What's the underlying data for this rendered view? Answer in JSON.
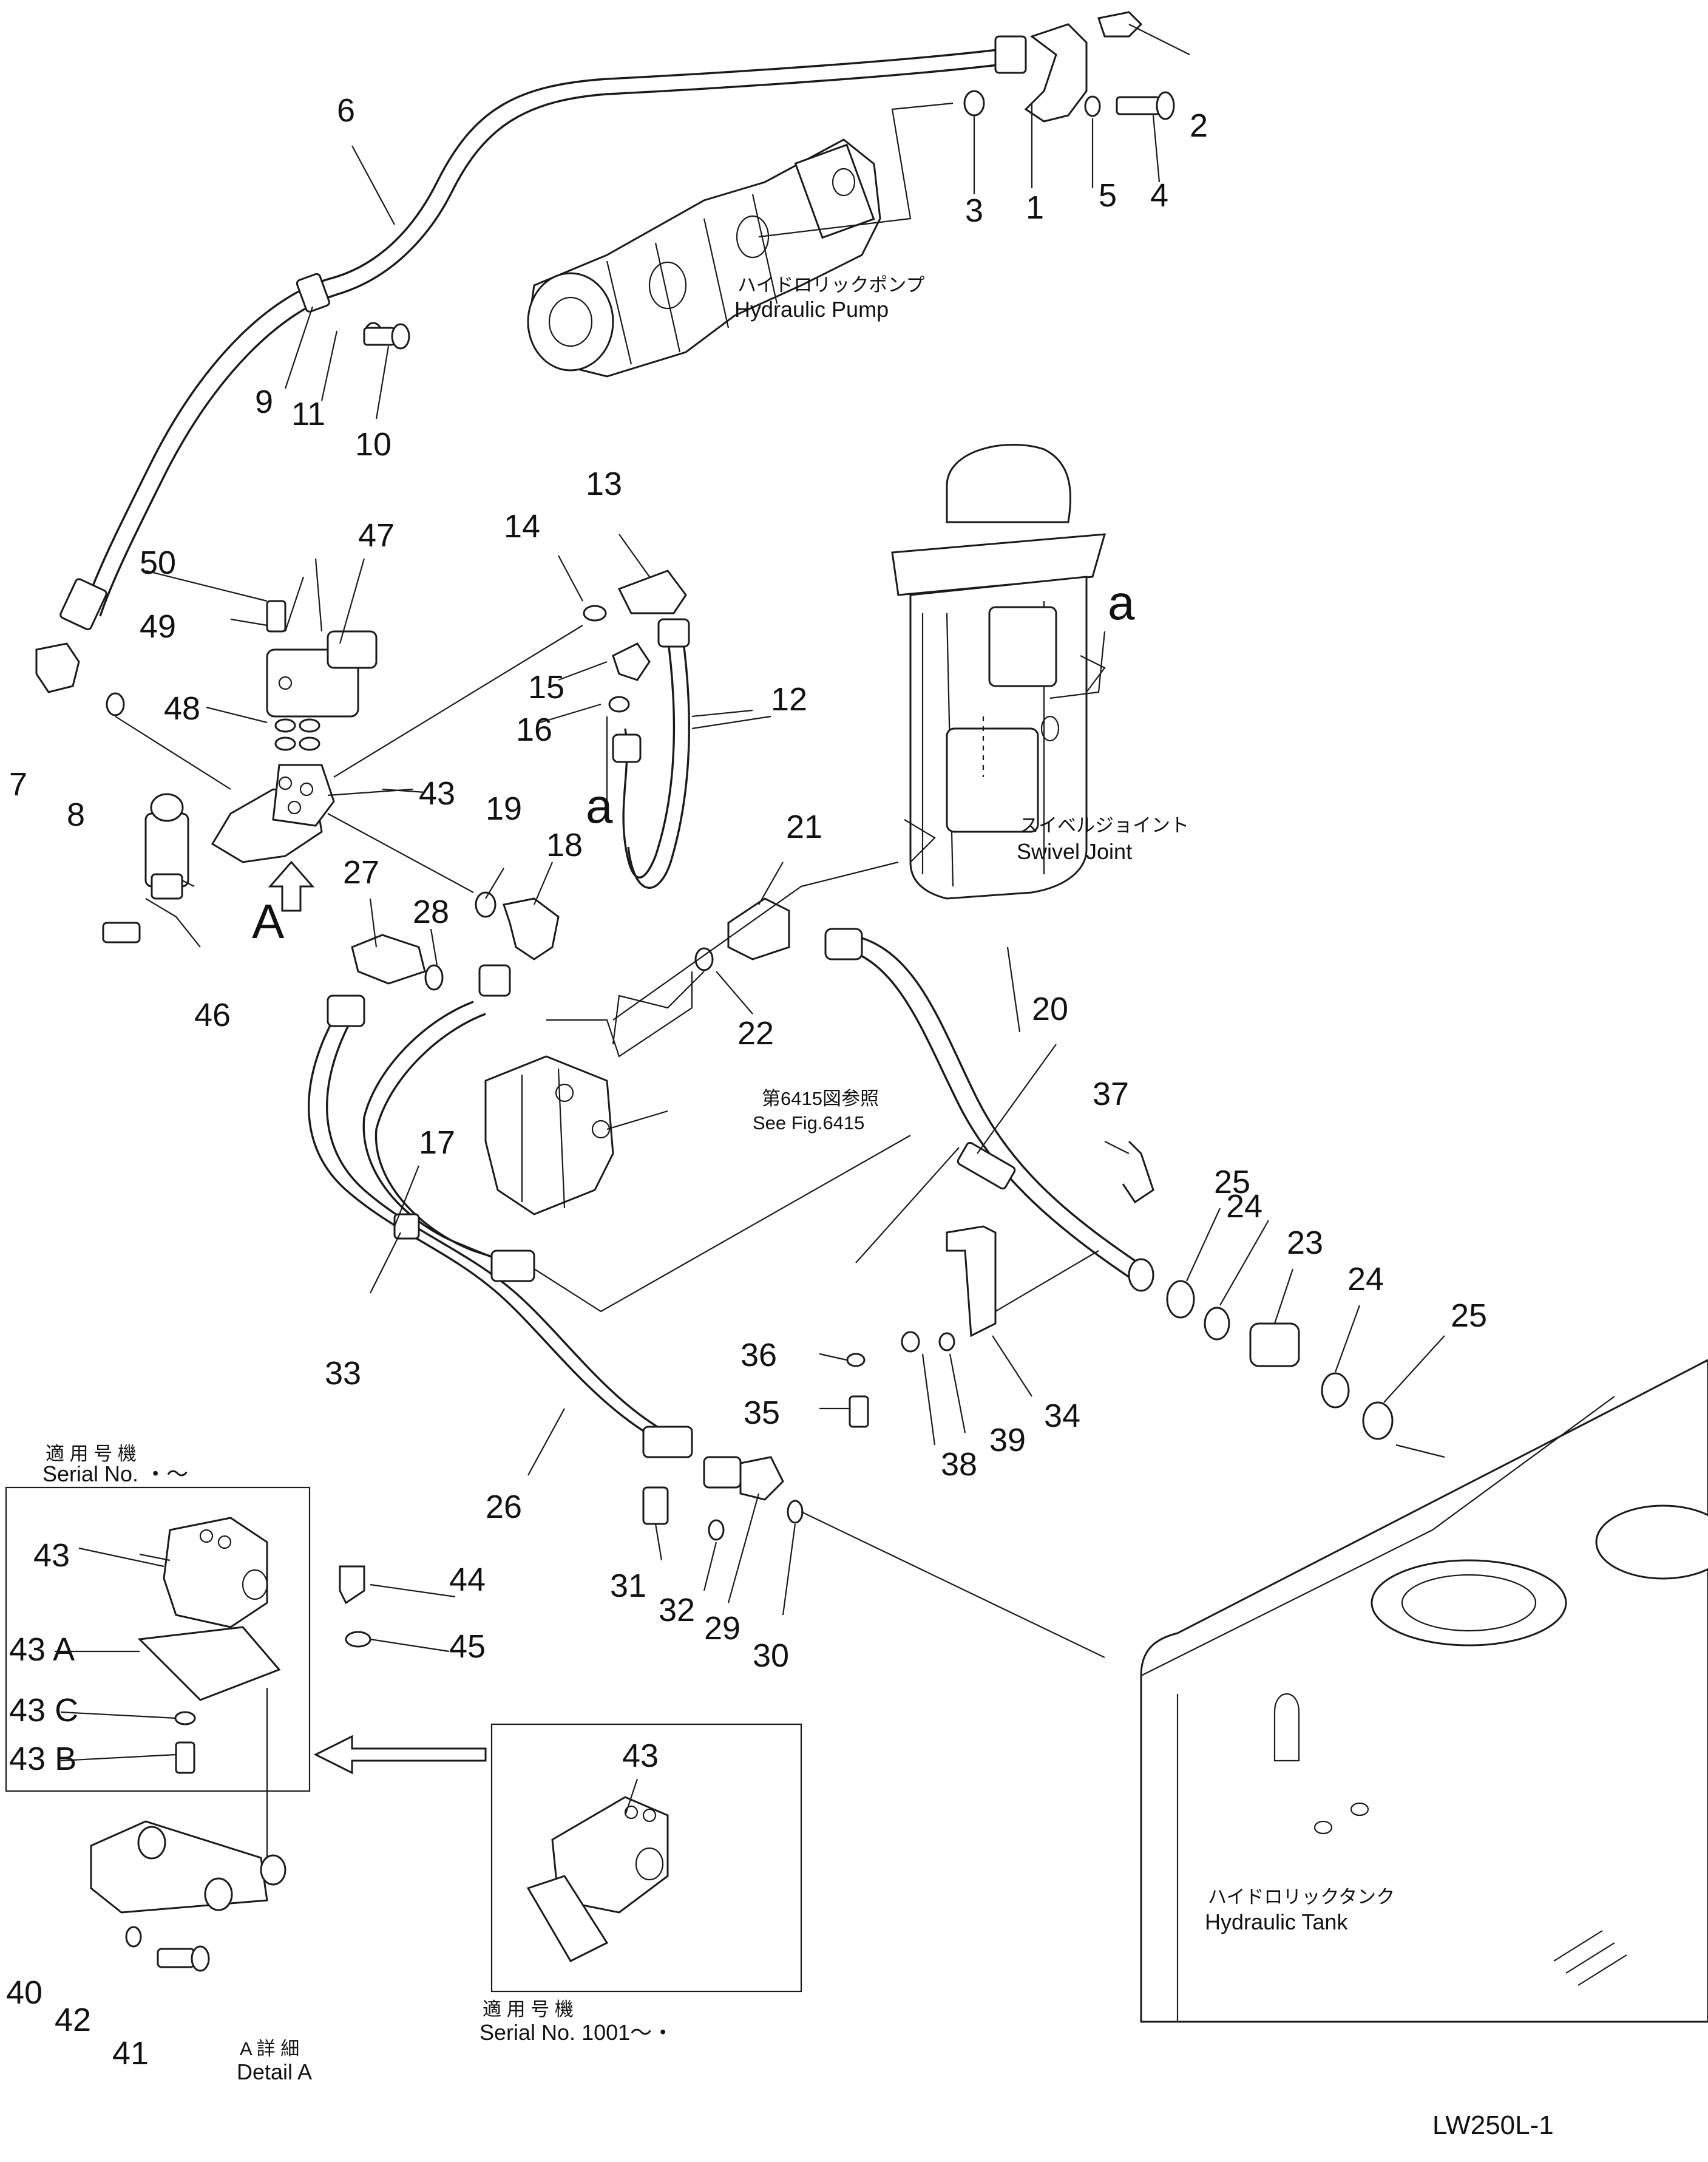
{
  "callouts": {
    "n1": "1",
    "n2": "2",
    "n3": "3",
    "n4": "4",
    "n5": "5",
    "n6": "6",
    "n7": "7",
    "n8": "8",
    "n9": "9",
    "n10": "10",
    "n11": "11",
    "n12": "12",
    "n13": "13",
    "n14": "14",
    "n15": "15",
    "n16": "16",
    "n17": "17",
    "n18": "18",
    "n19": "19",
    "n20": "20",
    "n21": "21",
    "n22": "22",
    "n23": "23",
    "n24a": "24",
    "n24b": "24",
    "n25a": "25",
    "n25b": "25",
    "n26": "26",
    "n27": "27",
    "n28": "28",
    "n29": "29",
    "n30": "30",
    "n31": "31",
    "n32": "32",
    "n33": "33",
    "n34": "34",
    "n35": "35",
    "n36": "36",
    "n37": "37",
    "n38": "38",
    "n39": "39",
    "n40": "40",
    "n41": "41",
    "n42": "42",
    "n43a": "43",
    "n43b": "43",
    "n43c": "43",
    "n43A": "43 A",
    "n43B": "43 B",
    "n43C": "43 C",
    "n44": "44",
    "n45": "45",
    "n46": "46",
    "n47": "47",
    "n48": "48",
    "n49": "49",
    "n50": "50"
  },
  "markers": {
    "a1": "a",
    "a2": "a",
    "A": "A"
  },
  "labels": {
    "pump_jp": "ハイドロリックポンプ",
    "pump_en": "Hydraulic  Pump",
    "swivel_jp": "スイベルジョイント",
    "swivel_en": "Swivel  Joint",
    "fig_jp": "第6415図参照",
    "fig_en": "See Fig.6415",
    "tank_jp": "ハイドロリックタンク",
    "tank_en": "Hydraulic  Tank",
    "serial1_jp": "適 用 号 機",
    "serial1_en": "Serial  No.     ・～",
    "serial2_jp": "適 用 号 機",
    "serial2_en": "Serial  No.  1001～・",
    "detail_jp": "A  詳  細",
    "detail_en": "Detail  A",
    "drawing_code": "LW250L-1"
  }
}
